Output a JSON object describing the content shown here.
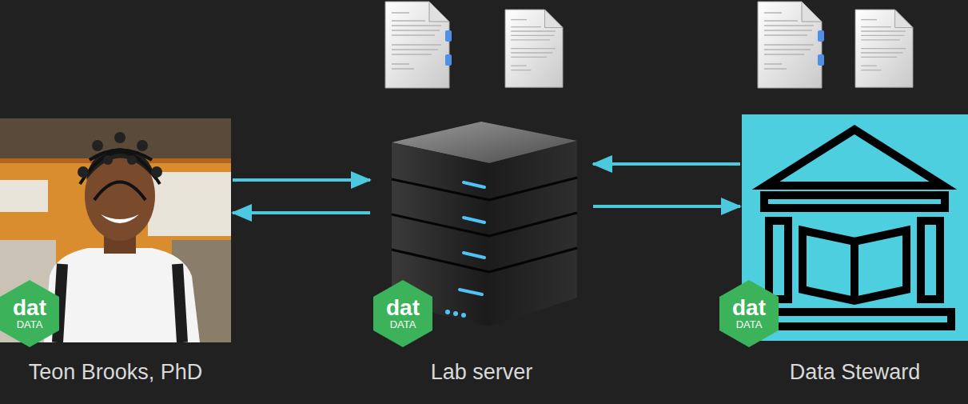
{
  "diagram": {
    "nodes": [
      {
        "text": [
          "Teon Brooks, PhD"
        ]
      },
      {
        "text": [
          "dat",
          "DATA"
        ],
        "in": 0
      },
      {
        "text": [
          "Lab server"
        ]
      },
      {
        "text": [
          "dat",
          "DATA"
        ],
        "in": 2
      },
      {
        "text": [
          "Data Steward"
        ]
      },
      {
        "text": [
          "dat",
          "DATA"
        ],
        "in": 4
      }
    ],
    "edges": [
      {
        "from": 0,
        "to": 2,
        "arrow": "to"
      },
      {
        "from": 2,
        "to": 0,
        "arrow": "to"
      },
      {
        "from": 2,
        "to": 4,
        "arrow": "to"
      },
      {
        "from": 4,
        "to": 2,
        "arrow": "to"
      }
    ]
  }
}
